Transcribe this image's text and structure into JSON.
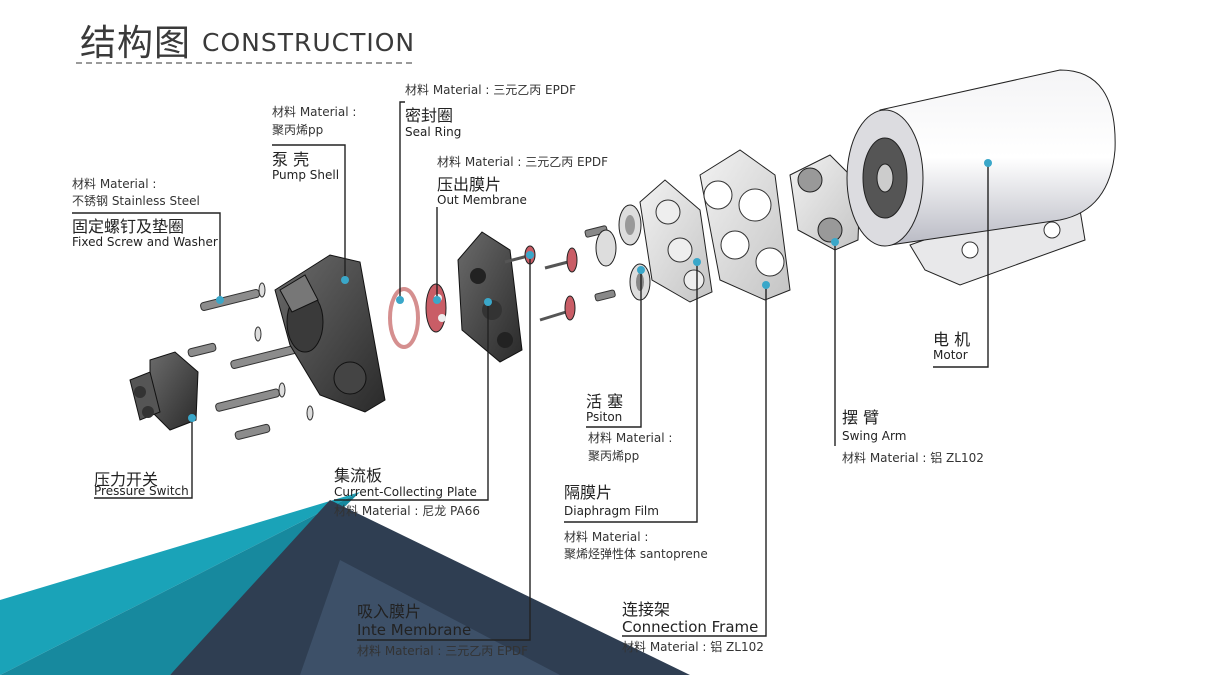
{
  "header": {
    "title_cn": "结构图",
    "title_en": "CONSTRUCTION"
  },
  "parts": {
    "fixed_screw": {
      "material": "材料 Material :",
      "material_value": "不锈钢 Stainless Steel",
      "name_cn": "固定螺钉及垫圈",
      "name_en": "Fixed Screw and Washer"
    },
    "pump_shell": {
      "material": "材料 Material :",
      "material_value": "聚丙烯pp",
      "name_cn": "泵 壳",
      "name_en": "Pump Shell"
    },
    "seal_ring": {
      "material": "材料 Material : 三元乙丙 EPDF",
      "name_cn": "密封圈",
      "name_en": "Seal Ring"
    },
    "out_membrane": {
      "material": "材料 Material : 三元乙丙 EPDF",
      "name_cn": "压出膜片",
      "name_en": "Out Membrane"
    },
    "pressure_switch": {
      "name_cn": "压力开关",
      "name_en": "Pressure Switch"
    },
    "collecting_plate": {
      "name_cn": "集流板",
      "name_en": "Current-Collecting Plate",
      "material": "材料 Material : 尼龙 PA66"
    },
    "inte_membrane": {
      "name_cn": "吸入膜片",
      "name_en": "Inte Membrane",
      "material": "材料 Material : 三元乙丙 EPDF"
    },
    "piston": {
      "name_cn": "活 塞",
      "name_en": "Psiton",
      "material": "材料 Material :",
      "material_value": "聚丙烯pp"
    },
    "diaphragm": {
      "name_cn": "隔膜片",
      "name_en": "Diaphragm Film",
      "material": "材料 Material :",
      "material_value": "聚烯烃弹性体 santoprene"
    },
    "connection_frame": {
      "name_cn": "连接架",
      "name_en": "Connection Frame",
      "material": "材料 Material : 铝 ZL102"
    },
    "swing_arm": {
      "name_cn": "摆 臂",
      "name_en": "Swing Arm",
      "material": "材料 Material : 铝 ZL102"
    },
    "motor": {
      "name_cn": "电 机",
      "name_en": "Motor"
    }
  },
  "colors": {
    "accent_dot": "#3aa7c9",
    "teal": "#1aa3b8",
    "dark": "#2f3e52",
    "line": "#222222"
  }
}
